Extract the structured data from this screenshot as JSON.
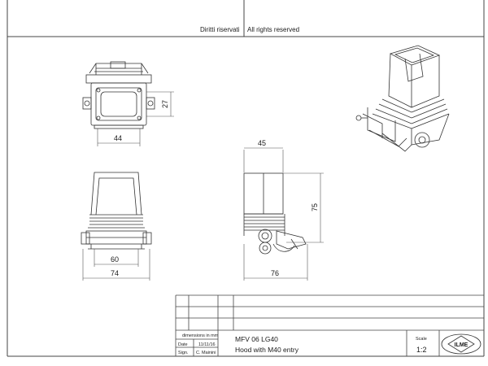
{
  "header": {
    "rights_it": "Diritti riservati",
    "rights_en": "All rights reserved"
  },
  "dimensions": {
    "top_width": "44",
    "top_height": "27",
    "side_top_width": "45",
    "side_height": "75",
    "front_inner_width": "60",
    "front_outer_width": "74",
    "side_bottom_width": "76"
  },
  "title_block": {
    "dimensions_label": "dimensions in mm",
    "date_label": "Date",
    "date_value": "11/11/16",
    "sign_label": "Sign.",
    "sign_value": "C. Mainini",
    "part_number": "MFV 06 LG40",
    "description": "Hood with M40 entry",
    "scale_label": "Scale",
    "scale_value": "1:2",
    "logo_text": "ILME"
  },
  "colors": {
    "line": "#333333",
    "dim": "#555555",
    "frame": "#444444"
  }
}
